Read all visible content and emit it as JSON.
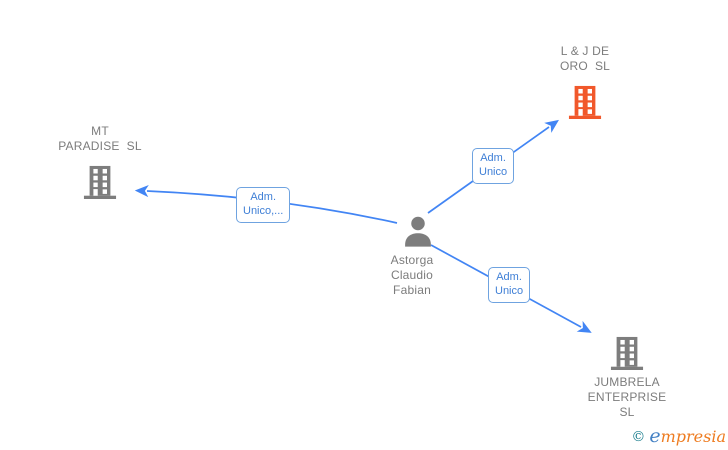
{
  "canvas": {
    "background": "#ffffff"
  },
  "colors": {
    "edge_blue": "#4285f4",
    "edge_label_border": "#6fa3e0",
    "edge_label_text": "#3f7fd6",
    "node_text_gray": "#7c7c7c",
    "icon_gray": "#7d7d7d",
    "icon_orange": "#f1582b",
    "watermark_copyright": "#1d7f8f",
    "watermark_first_letter": "#4481c4",
    "watermark_rest": "#ee7c21"
  },
  "nodes": {
    "person": {
      "label": "Astorga\nClaudio\nFabian",
      "icon": "person-icon"
    },
    "mt_paradise": {
      "label": "MT\nPARADISE  SL",
      "icon": "building-icon"
    },
    "lj_de_oro": {
      "label": "L & J DE\nORO  SL",
      "icon": "building-icon"
    },
    "jumbrela": {
      "label": "JUMBRELA\nENTERPRISE\nSL",
      "icon": "building-icon"
    }
  },
  "edges": {
    "person_to_mt_paradise": {
      "label": "Adm.\nUnico,..."
    },
    "person_to_lj_de_oro": {
      "label": "Adm.\nUnico"
    },
    "person_to_jumbrela": {
      "label": "Adm.\nUnico"
    }
  },
  "watermark": {
    "copyright": "©",
    "brand_first_letter": "e",
    "brand_rest": "mpresia"
  }
}
